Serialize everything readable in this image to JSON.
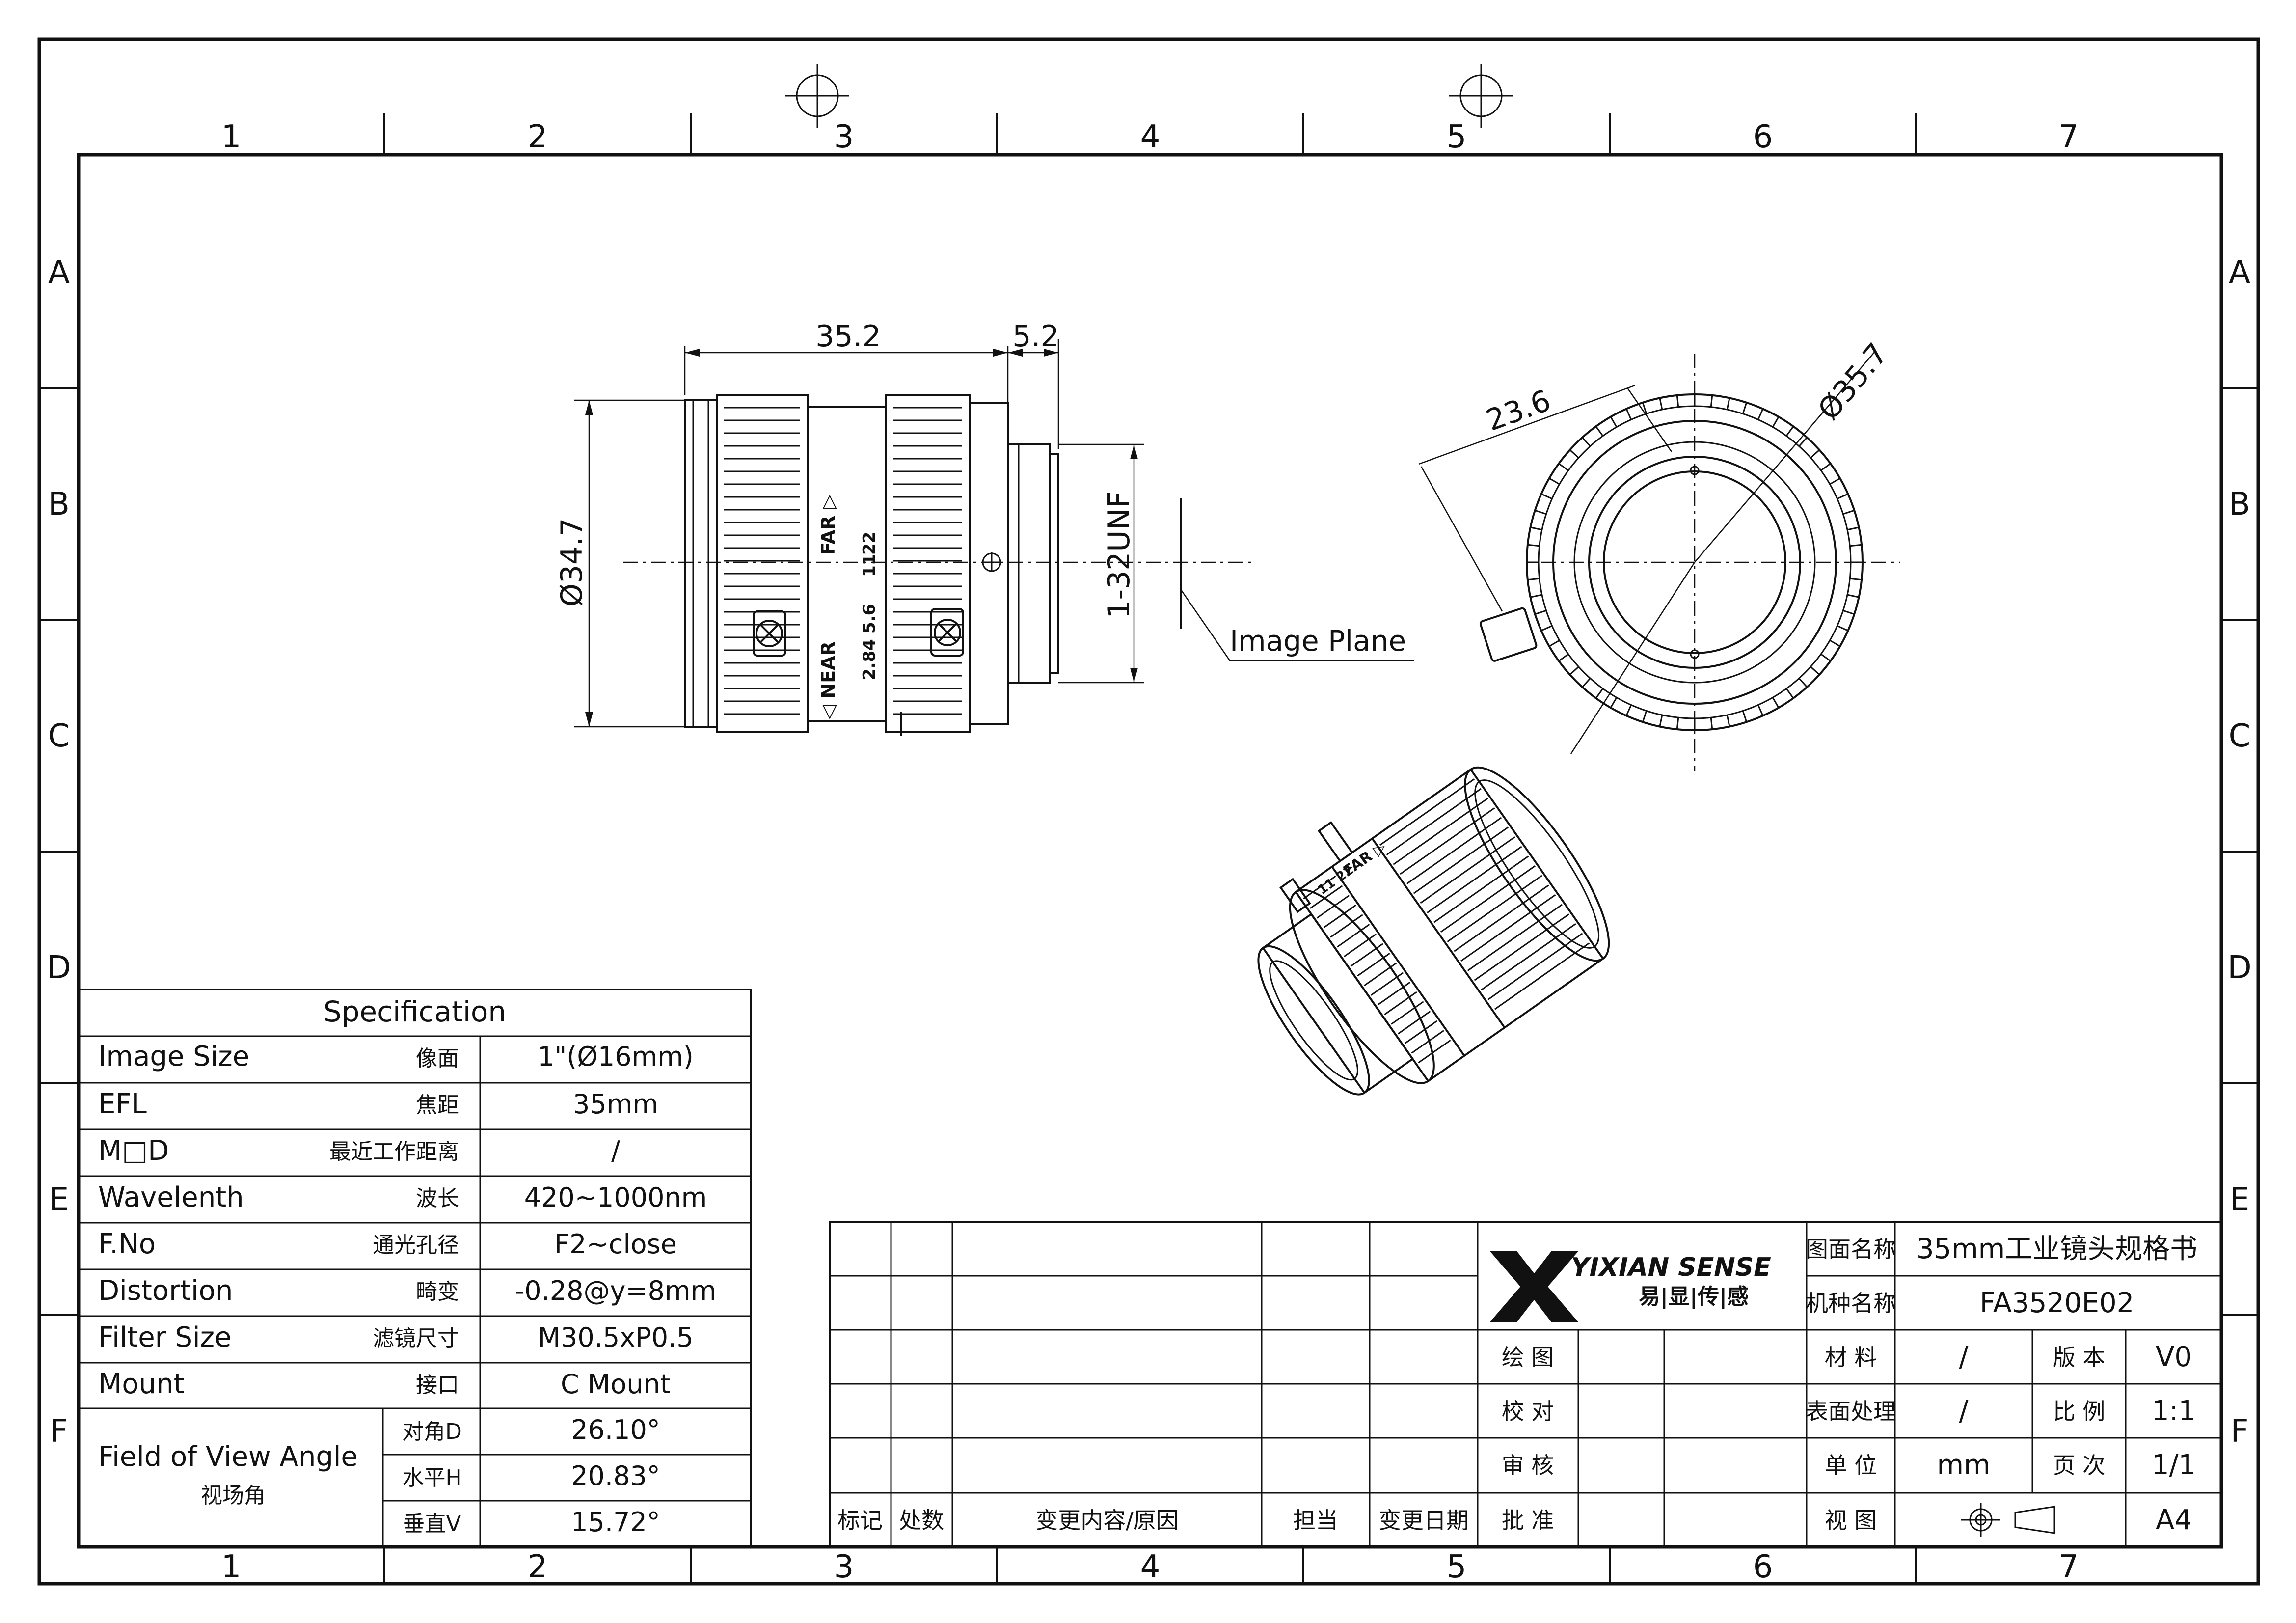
{
  "grid": {
    "columns": [
      "1",
      "2",
      "3",
      "4",
      "5",
      "6",
      "7"
    ],
    "rows": [
      "A",
      "B",
      "C",
      "D",
      "E",
      "F"
    ]
  },
  "drawing": {
    "dims": {
      "length": "35.2",
      "flange": "5.2",
      "body_diameter": "Ø34.7",
      "thread": "1-32UNF",
      "front_radius": "23.6",
      "front_diameter": "Ø35.7"
    },
    "image_plane_label": "Image Plane",
    "lens_markings": {
      "far": "FAR ▷",
      "near": "◁ NEAR",
      "apertures": [
        "2.8",
        "4",
        "5.6",
        "11",
        "22"
      ],
      "iso_far": "FAR ▷",
      "iso_apertures": "11 22"
    }
  },
  "spec": {
    "title": "Specification",
    "rows": [
      {
        "en": "Image Size",
        "cn": "像面",
        "value": "1\"(Ø16mm)"
      },
      {
        "en": "EFL",
        "cn": "焦距",
        "value": "35mm"
      },
      {
        "en": "M□D",
        "cn": "最近工作距离",
        "value": "/"
      },
      {
        "en": "Wavelenth",
        "cn": "波长",
        "value": "420~1000nm"
      },
      {
        "en": "F.No",
        "cn": "通光孔径",
        "value": "F2~close"
      },
      {
        "en": "Distortion",
        "cn": "畸变",
        "value": "-0.28@y=8mm"
      },
      {
        "en": "Filter Size",
        "cn": "滤镜尺寸",
        "value": "M30.5xP0.5"
      },
      {
        "en": "Mount",
        "cn": "接口",
        "value": "C Mount"
      }
    ],
    "fov": {
      "en": "Field of View Angle",
      "cn": "视场角",
      "rows": [
        {
          "cn": "对角D",
          "value": "26.10°"
        },
        {
          "cn": "水平H",
          "value": "20.83°"
        },
        {
          "cn": "垂直V",
          "value": "15.72°"
        }
      ]
    }
  },
  "title_block": {
    "logo_text": "YIXIAN SENSE",
    "logo_cn": "易|显|传|感",
    "drawing_name_label": "图面名称",
    "drawing_name": "35mm工业镜头规格书",
    "model_label": "机种名称",
    "model": "FA3520E02",
    "left_labels": [
      "绘 图",
      "校 对",
      "审 核",
      "批 准"
    ],
    "revision_headers": [
      "标记",
      "处数",
      "变更内容/原因",
      "担当",
      "变更日期"
    ],
    "info": [
      {
        "label": "材 料",
        "value": "/",
        "label2": "版 本",
        "value2": "V0"
      },
      {
        "label": "表面处理",
        "value": "/",
        "label2": "比 例",
        "value2": "1:1"
      },
      {
        "label": "单 位",
        "value": "mm",
        "label2": "页 次",
        "value2": "1/1"
      },
      {
        "label": "视 图",
        "value": "",
        "label2": "",
        "value2": "A4"
      }
    ]
  }
}
